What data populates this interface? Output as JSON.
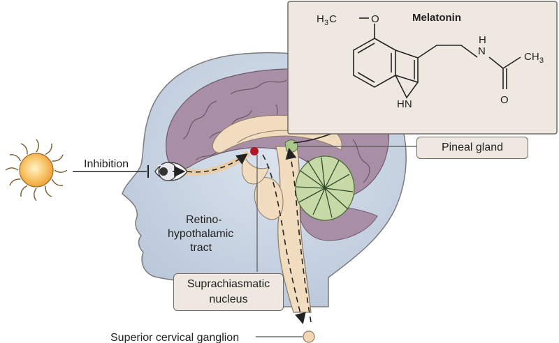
{
  "figure": {
    "molecule_name": "Melatonin",
    "labels": {
      "inhibition": "Inhibition",
      "retino_1": "Retino-",
      "retino_2": "hypothalamic",
      "retino_3": "tract",
      "pineal": "Pineal gland",
      "scn_1": "Suprachiasmatic",
      "scn_2": "nucleus",
      "scg": "Superior cervical ganglion"
    },
    "chem": {
      "methoxy_h": "H",
      "methoxy_sub": "3",
      "methoxy_c": "C",
      "oxygen": "O",
      "nh_n": "N",
      "nh_h": "H",
      "ring_hn": "HN",
      "carbonyl_o": "O",
      "ch3_ch": "CH",
      "ch3_sub": "3"
    },
    "colors": {
      "head": "#cfd9e6",
      "brain": "#a98fa5",
      "brainstem": "#f2dcc0",
      "cerebellum": "#c8d9a8",
      "panel": "#eee8e1",
      "sun": "#f7b24a",
      "scn_dot": "#b0182a"
    }
  }
}
